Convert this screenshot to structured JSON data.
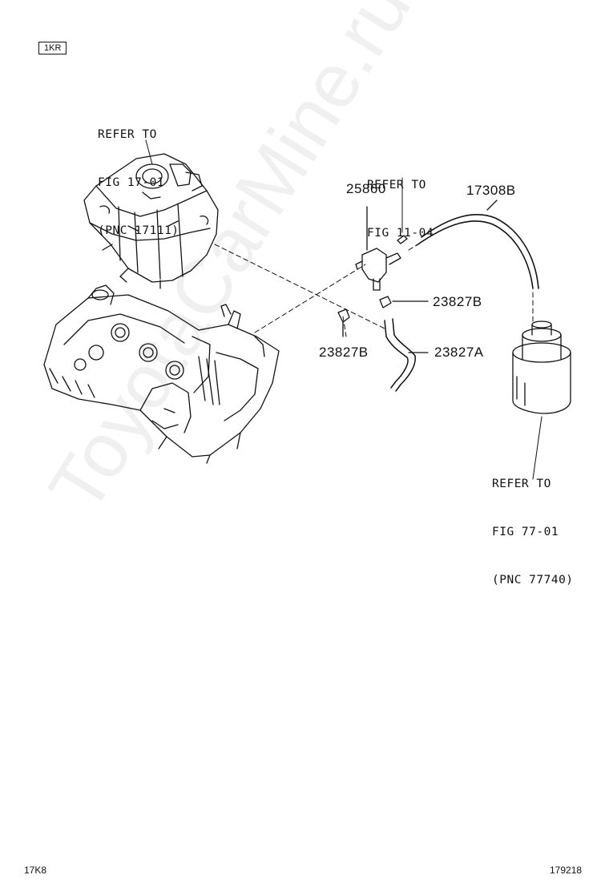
{
  "engine_tag": "1KR",
  "callouts": {
    "intake": [
      "REFER TO",
      "FIG 17-01",
      "(PNC 17111)"
    ],
    "vsv": [
      "REFER TO",
      "FIG 11-04"
    ],
    "canister": [
      "REFER TO",
      "FIG 77-01",
      "(PNC 77740)"
    ]
  },
  "parts": {
    "p25860": "25860",
    "p17308b": "17308B",
    "p23827b_right": "23827B",
    "p23827b_left": "23827B",
    "p23827a": "23827A"
  },
  "footer": {
    "left": "17K8",
    "right": "179218"
  },
  "watermark": "ToyotaCarMine.ru"
}
